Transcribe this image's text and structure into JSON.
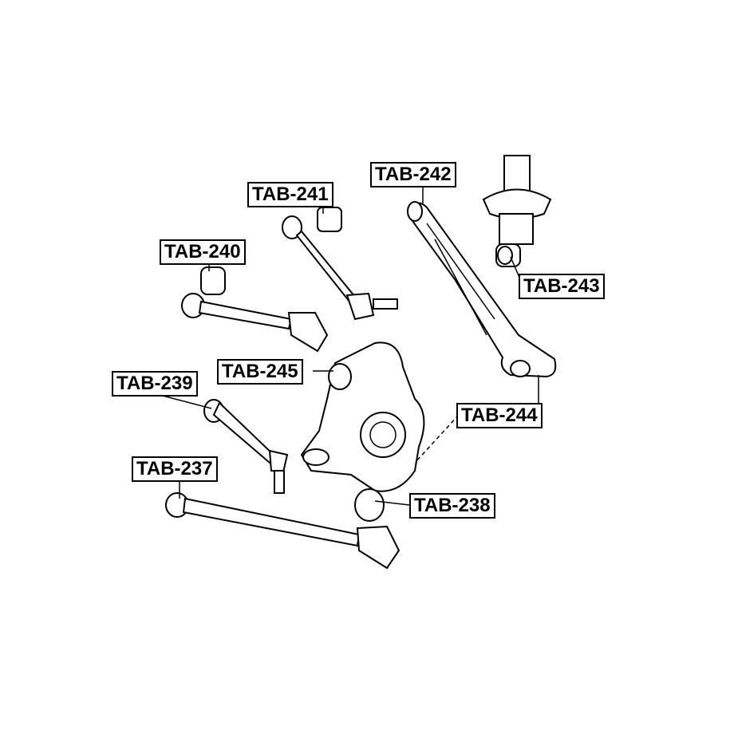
{
  "diagram": {
    "labels": {
      "tab_237": "TAB-237",
      "tab_238": "TAB-238",
      "tab_239": "TAB-239",
      "tab_240": "TAB-240",
      "tab_241": "TAB-241",
      "tab_242": "TAB-242",
      "tab_243": "TAB-243",
      "tab_244": "TAB-244",
      "tab_245": "TAB-245"
    }
  }
}
